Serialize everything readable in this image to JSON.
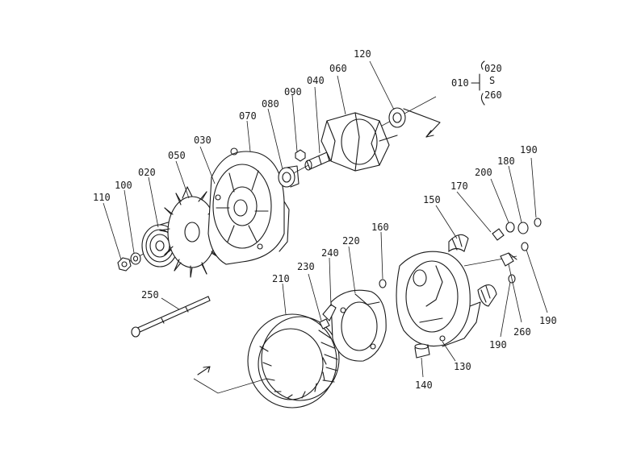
{
  "diagram": {
    "legend": {
      "root": "010",
      "range_start": "020",
      "range_sep": "S",
      "range_end": "260"
    },
    "parts": [
      {
        "id": "p110",
        "label": "110"
      },
      {
        "id": "p100",
        "label": "100"
      },
      {
        "id": "p020",
        "label": "020"
      },
      {
        "id": "p050",
        "label": "050"
      },
      {
        "id": "p030",
        "label": "030"
      },
      {
        "id": "p070",
        "label": "070"
      },
      {
        "id": "p080",
        "label": "080"
      },
      {
        "id": "p090",
        "label": "090"
      },
      {
        "id": "p040",
        "label": "040"
      },
      {
        "id": "p060",
        "label": "060"
      },
      {
        "id": "p120",
        "label": "120"
      },
      {
        "id": "p150",
        "label": "150"
      },
      {
        "id": "p170",
        "label": "170"
      },
      {
        "id": "p200",
        "label": "200"
      },
      {
        "id": "p180",
        "label": "180"
      },
      {
        "id": "p190a",
        "label": "190"
      },
      {
        "id": "p160",
        "label": "160"
      },
      {
        "id": "p220",
        "label": "220"
      },
      {
        "id": "p240",
        "label": "240"
      },
      {
        "id": "p230",
        "label": "230"
      },
      {
        "id": "p210",
        "label": "210"
      },
      {
        "id": "p250",
        "label": "250"
      },
      {
        "id": "p190b",
        "label": "190"
      },
      {
        "id": "p260",
        "label": "260"
      },
      {
        "id": "p190c",
        "label": "190"
      },
      {
        "id": "p130",
        "label": "130"
      },
      {
        "id": "p140",
        "label": "140"
      }
    ]
  }
}
